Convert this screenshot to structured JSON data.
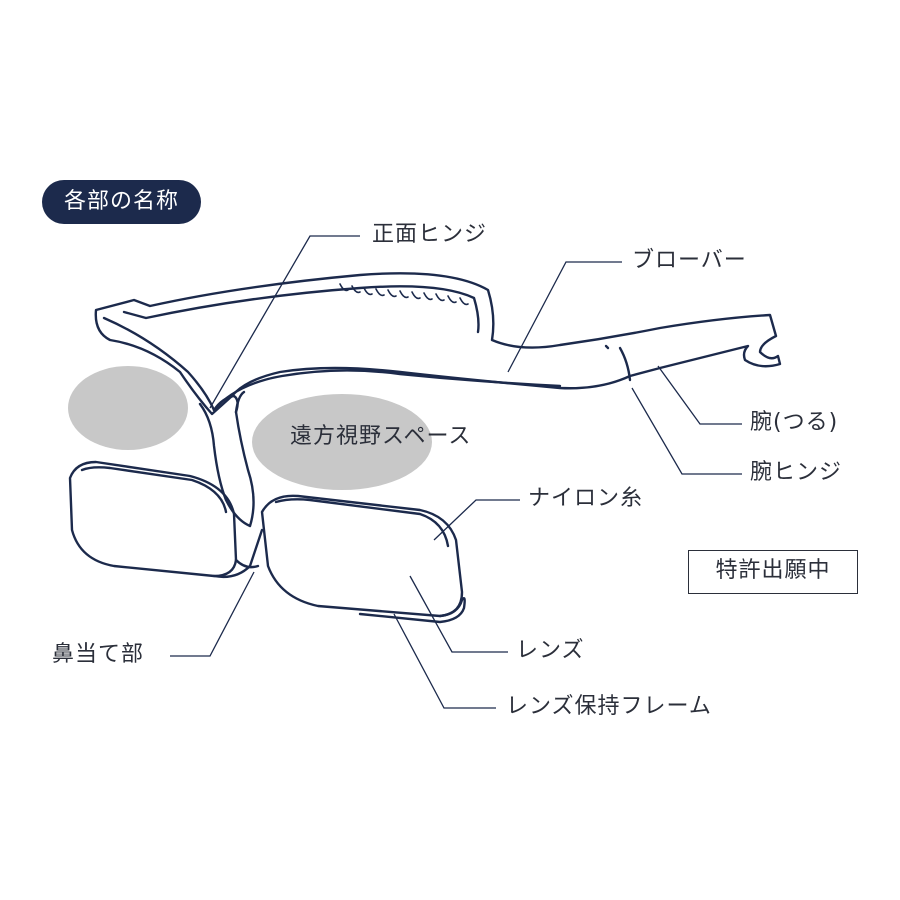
{
  "title": "各部の名称",
  "labels": {
    "front_hinge": "正面ヒンジ",
    "browbar": "ブローバー",
    "distance_view_space": "遠方視野スペース",
    "temple": "腕(つる)",
    "temple_hinge": "腕ヒンジ",
    "nylon_thread": "ナイロン糸",
    "nose_pad": "鼻当て部",
    "lens": "レンズ",
    "lens_holder_frame": "レンズ保持フレーム"
  },
  "patent_badge": "特許出願中",
  "colors": {
    "title_bg": "#1c2a4c",
    "line": "#1c2a4c",
    "gray_blob": "#c8c8c8",
    "text": "#2b2f3a"
  }
}
